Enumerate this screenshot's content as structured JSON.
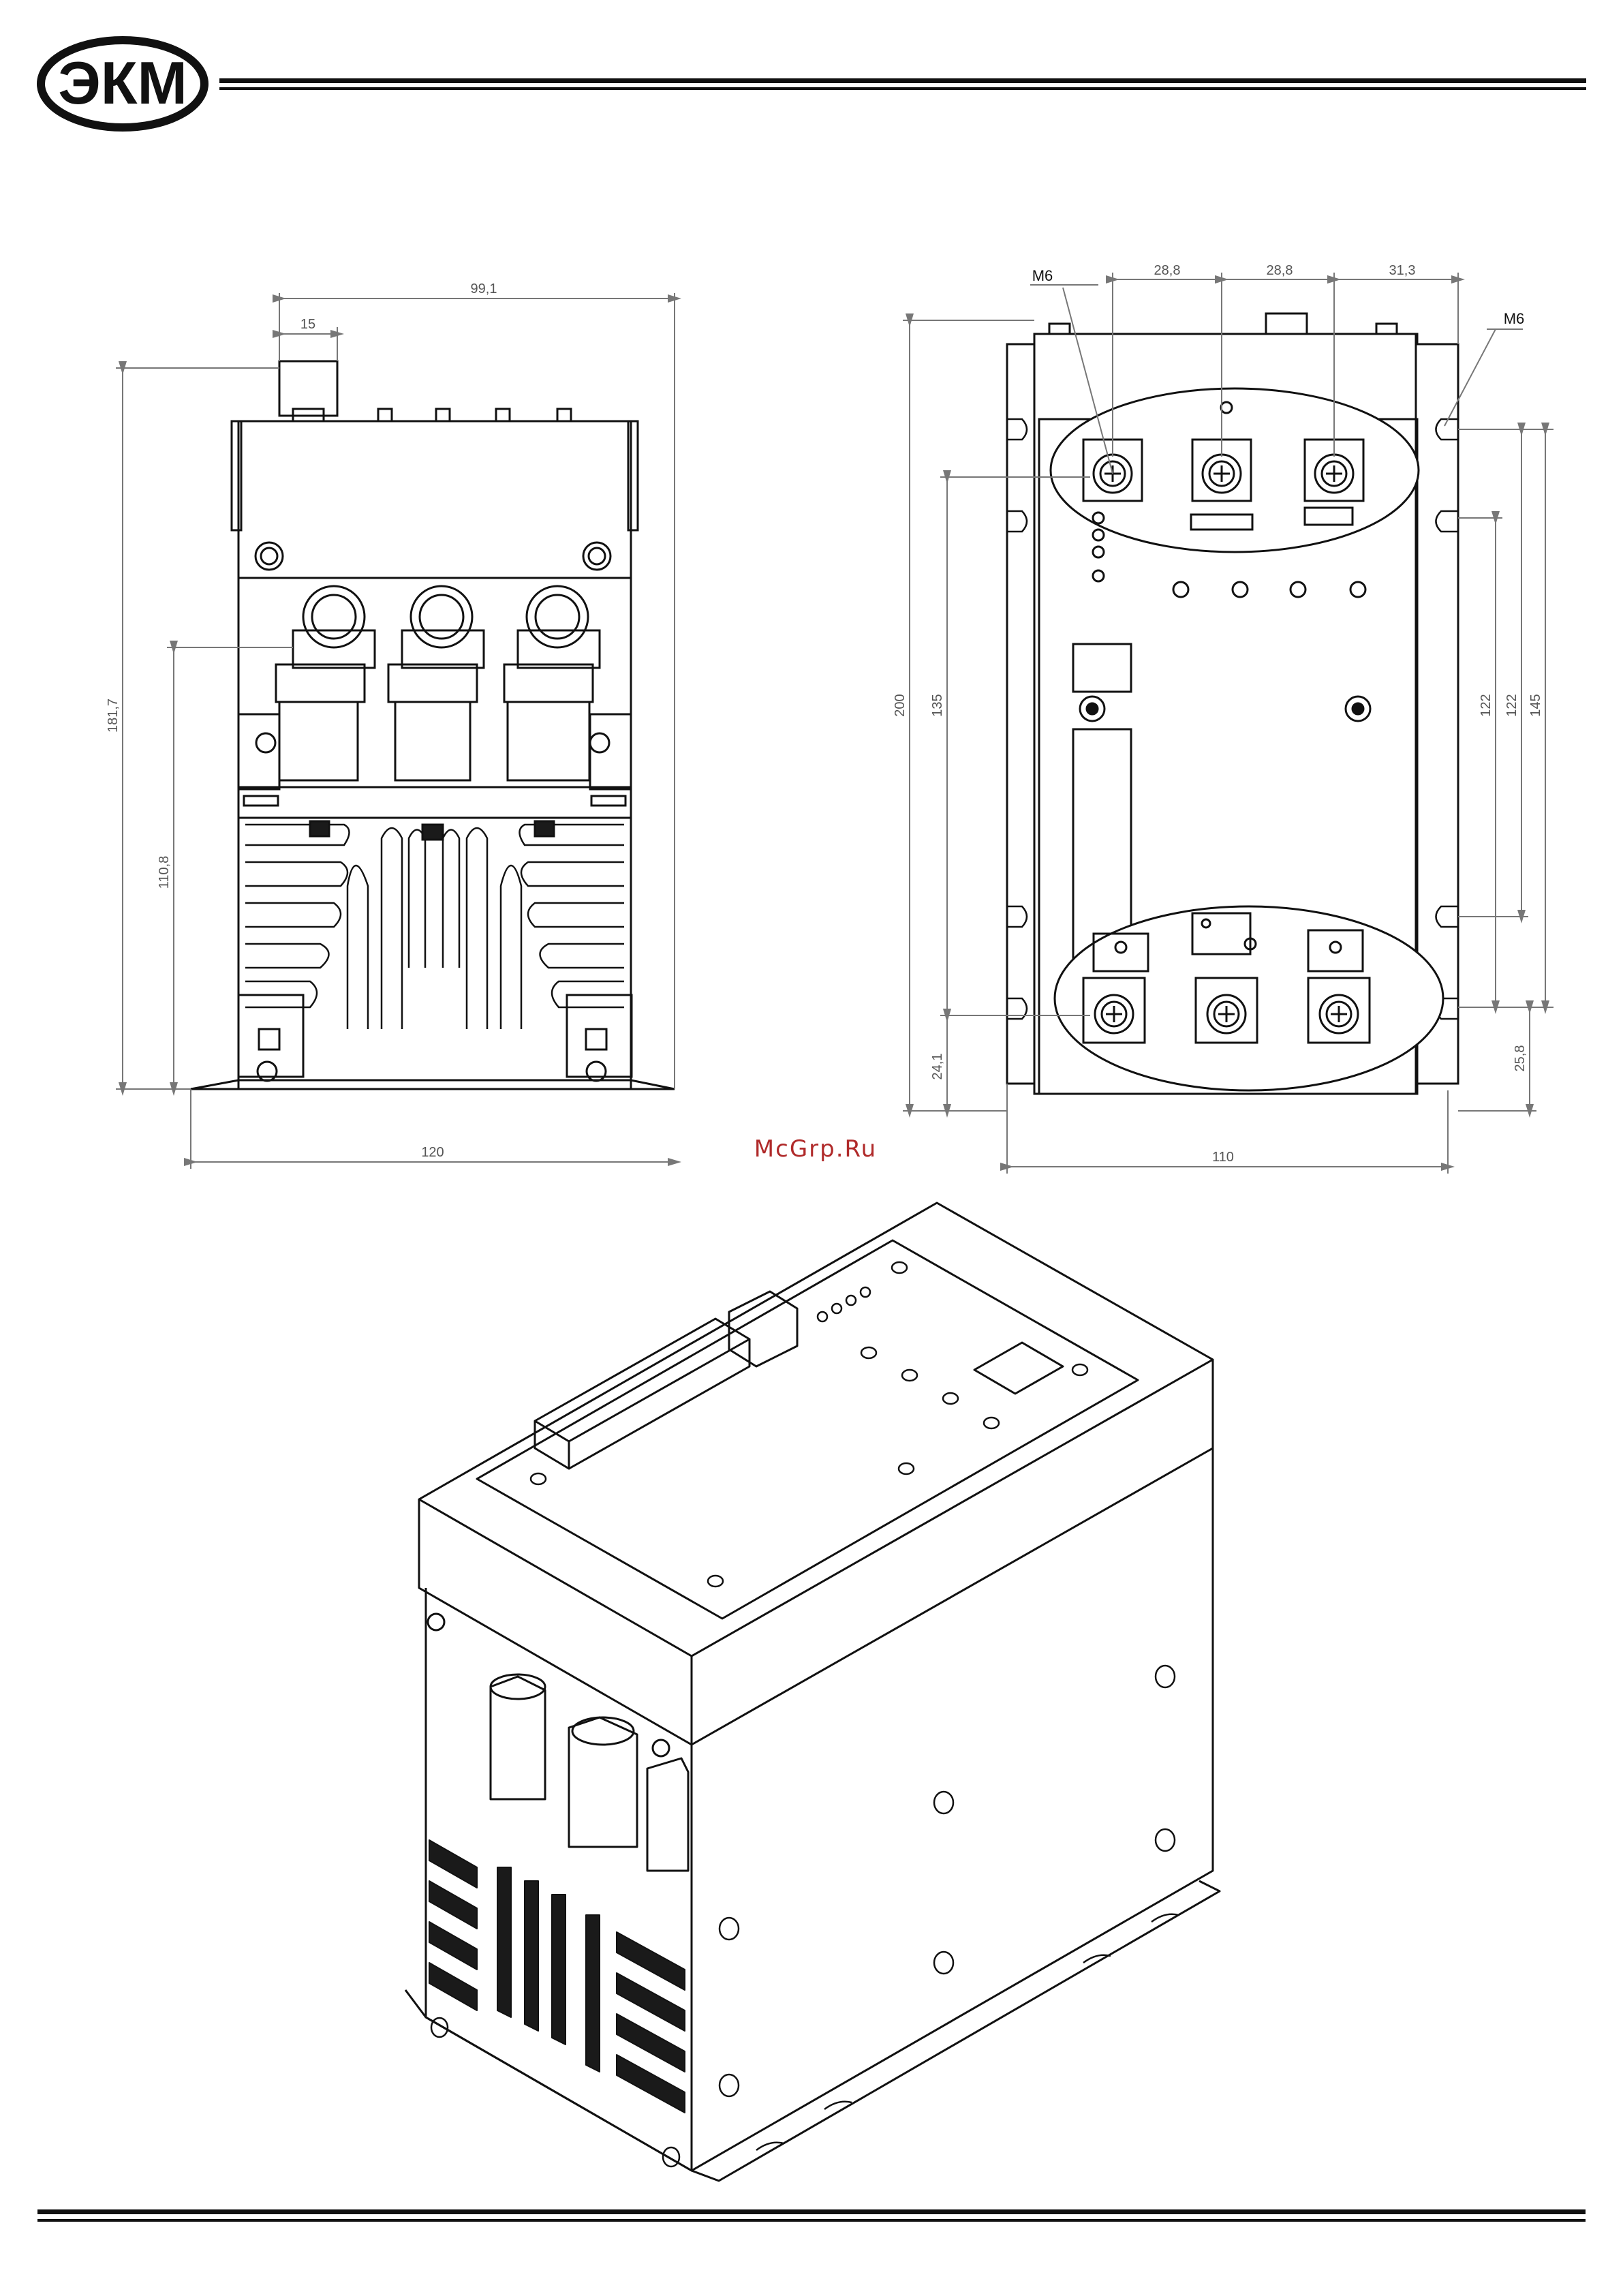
{
  "header": {
    "logo_text": "ЭКМ"
  },
  "watermark": "McGrp.Ru",
  "front_view": {
    "dims": {
      "overall_width": "99,1",
      "terminal_offset": "15",
      "height": "181,7",
      "mount_height": "110,8",
      "base_width": "120"
    }
  },
  "top_view": {
    "thread_label_left": "M6",
    "thread_label_right": "M6",
    "dims": {
      "pitch_1": "28,8",
      "pitch_2": "28,8",
      "edge_offset": "31,3",
      "overall_height": "200",
      "terminal_span": "135",
      "bottom_offset": "24,1",
      "slot_span_1": "122",
      "slot_span_2": "122",
      "slot_span_3": "145",
      "slot_bottom_offset": "25,8",
      "overall_width": "110"
    }
  },
  "colors": {
    "line": "#111111",
    "dim_line": "#777777",
    "fill_dark": "#1a1a1a",
    "watermark": "#b02a2a"
  }
}
